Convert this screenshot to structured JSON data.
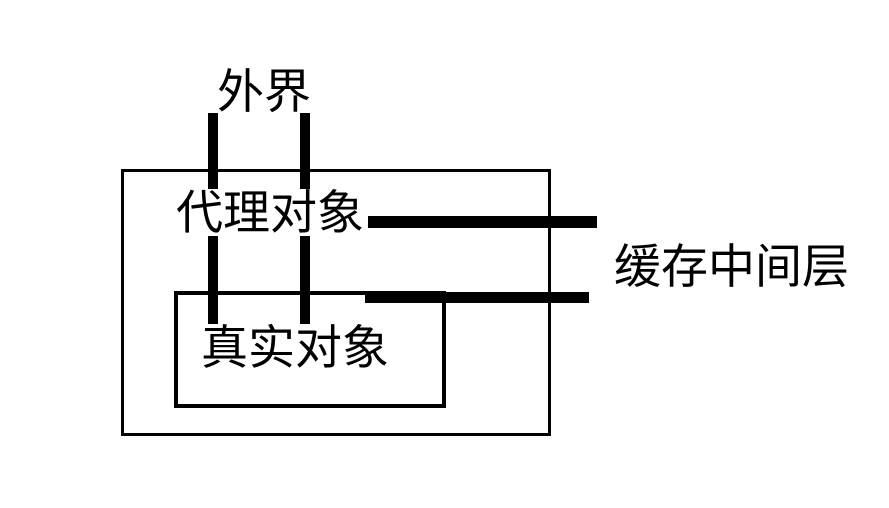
{
  "diagram": {
    "labels": {
      "outside_world": "外界",
      "proxy_object": "代理对象",
      "real_object": "真实对象",
      "cache_middle_layer": "缓存中间层"
    },
    "colors": {
      "ink": "#000000",
      "paper": "#ffffff"
    }
  }
}
